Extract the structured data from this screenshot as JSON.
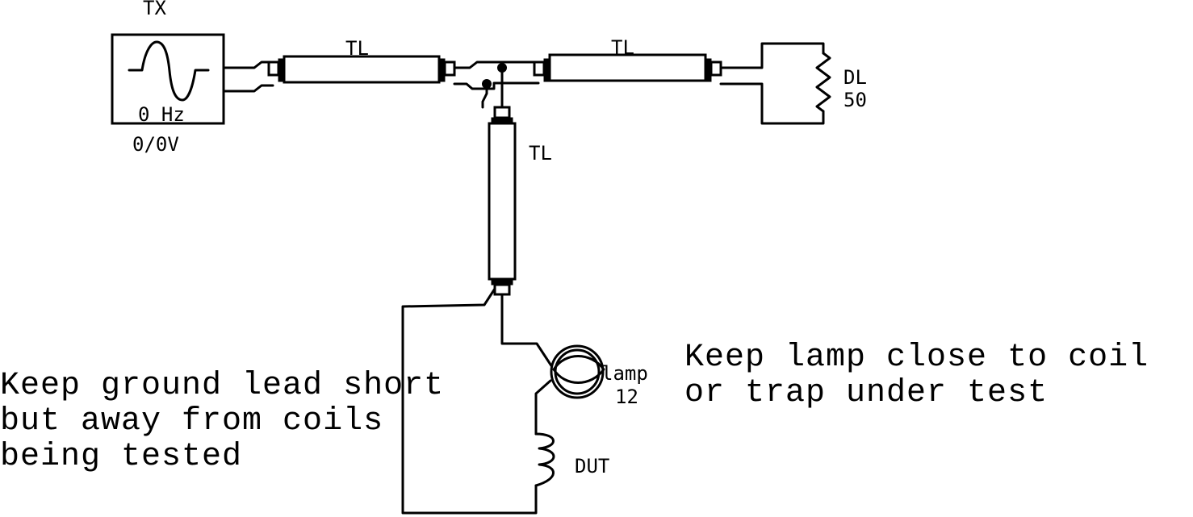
{
  "labels": {
    "source_name": "TX",
    "source_freq": "0 Hz",
    "source_volt": "0/0V",
    "tl_left": "TL",
    "tl_right": "TL",
    "tl_down": "TL",
    "load_name": "DL",
    "load_value": "50",
    "lamp_name": "lamp",
    "lamp_value": "12",
    "dut_name": "DUT"
  },
  "notes": {
    "ground_line1": "Keep ground lead short",
    "ground_line2": "but away from coils",
    "ground_line3": "being tested",
    "lamp_line1": "Keep lamp close to coil",
    "lamp_line2": "or trap under test"
  }
}
